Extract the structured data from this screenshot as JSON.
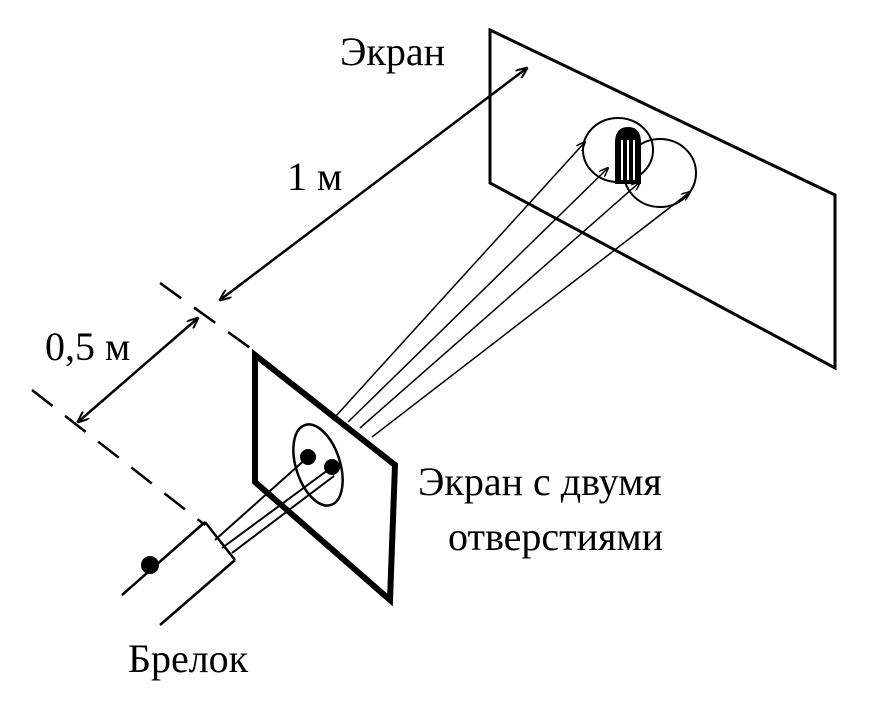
{
  "labels": {
    "screen": "Экран",
    "distance_screen": "1 м",
    "distance_half": "0,5 м",
    "screen_two_holes_line1": "Экран с двумя",
    "screen_two_holes_line2": "отверстиями",
    "keychain": "Брелок"
  },
  "colors": {
    "ink": "#000000",
    "background": "#ffffff"
  }
}
